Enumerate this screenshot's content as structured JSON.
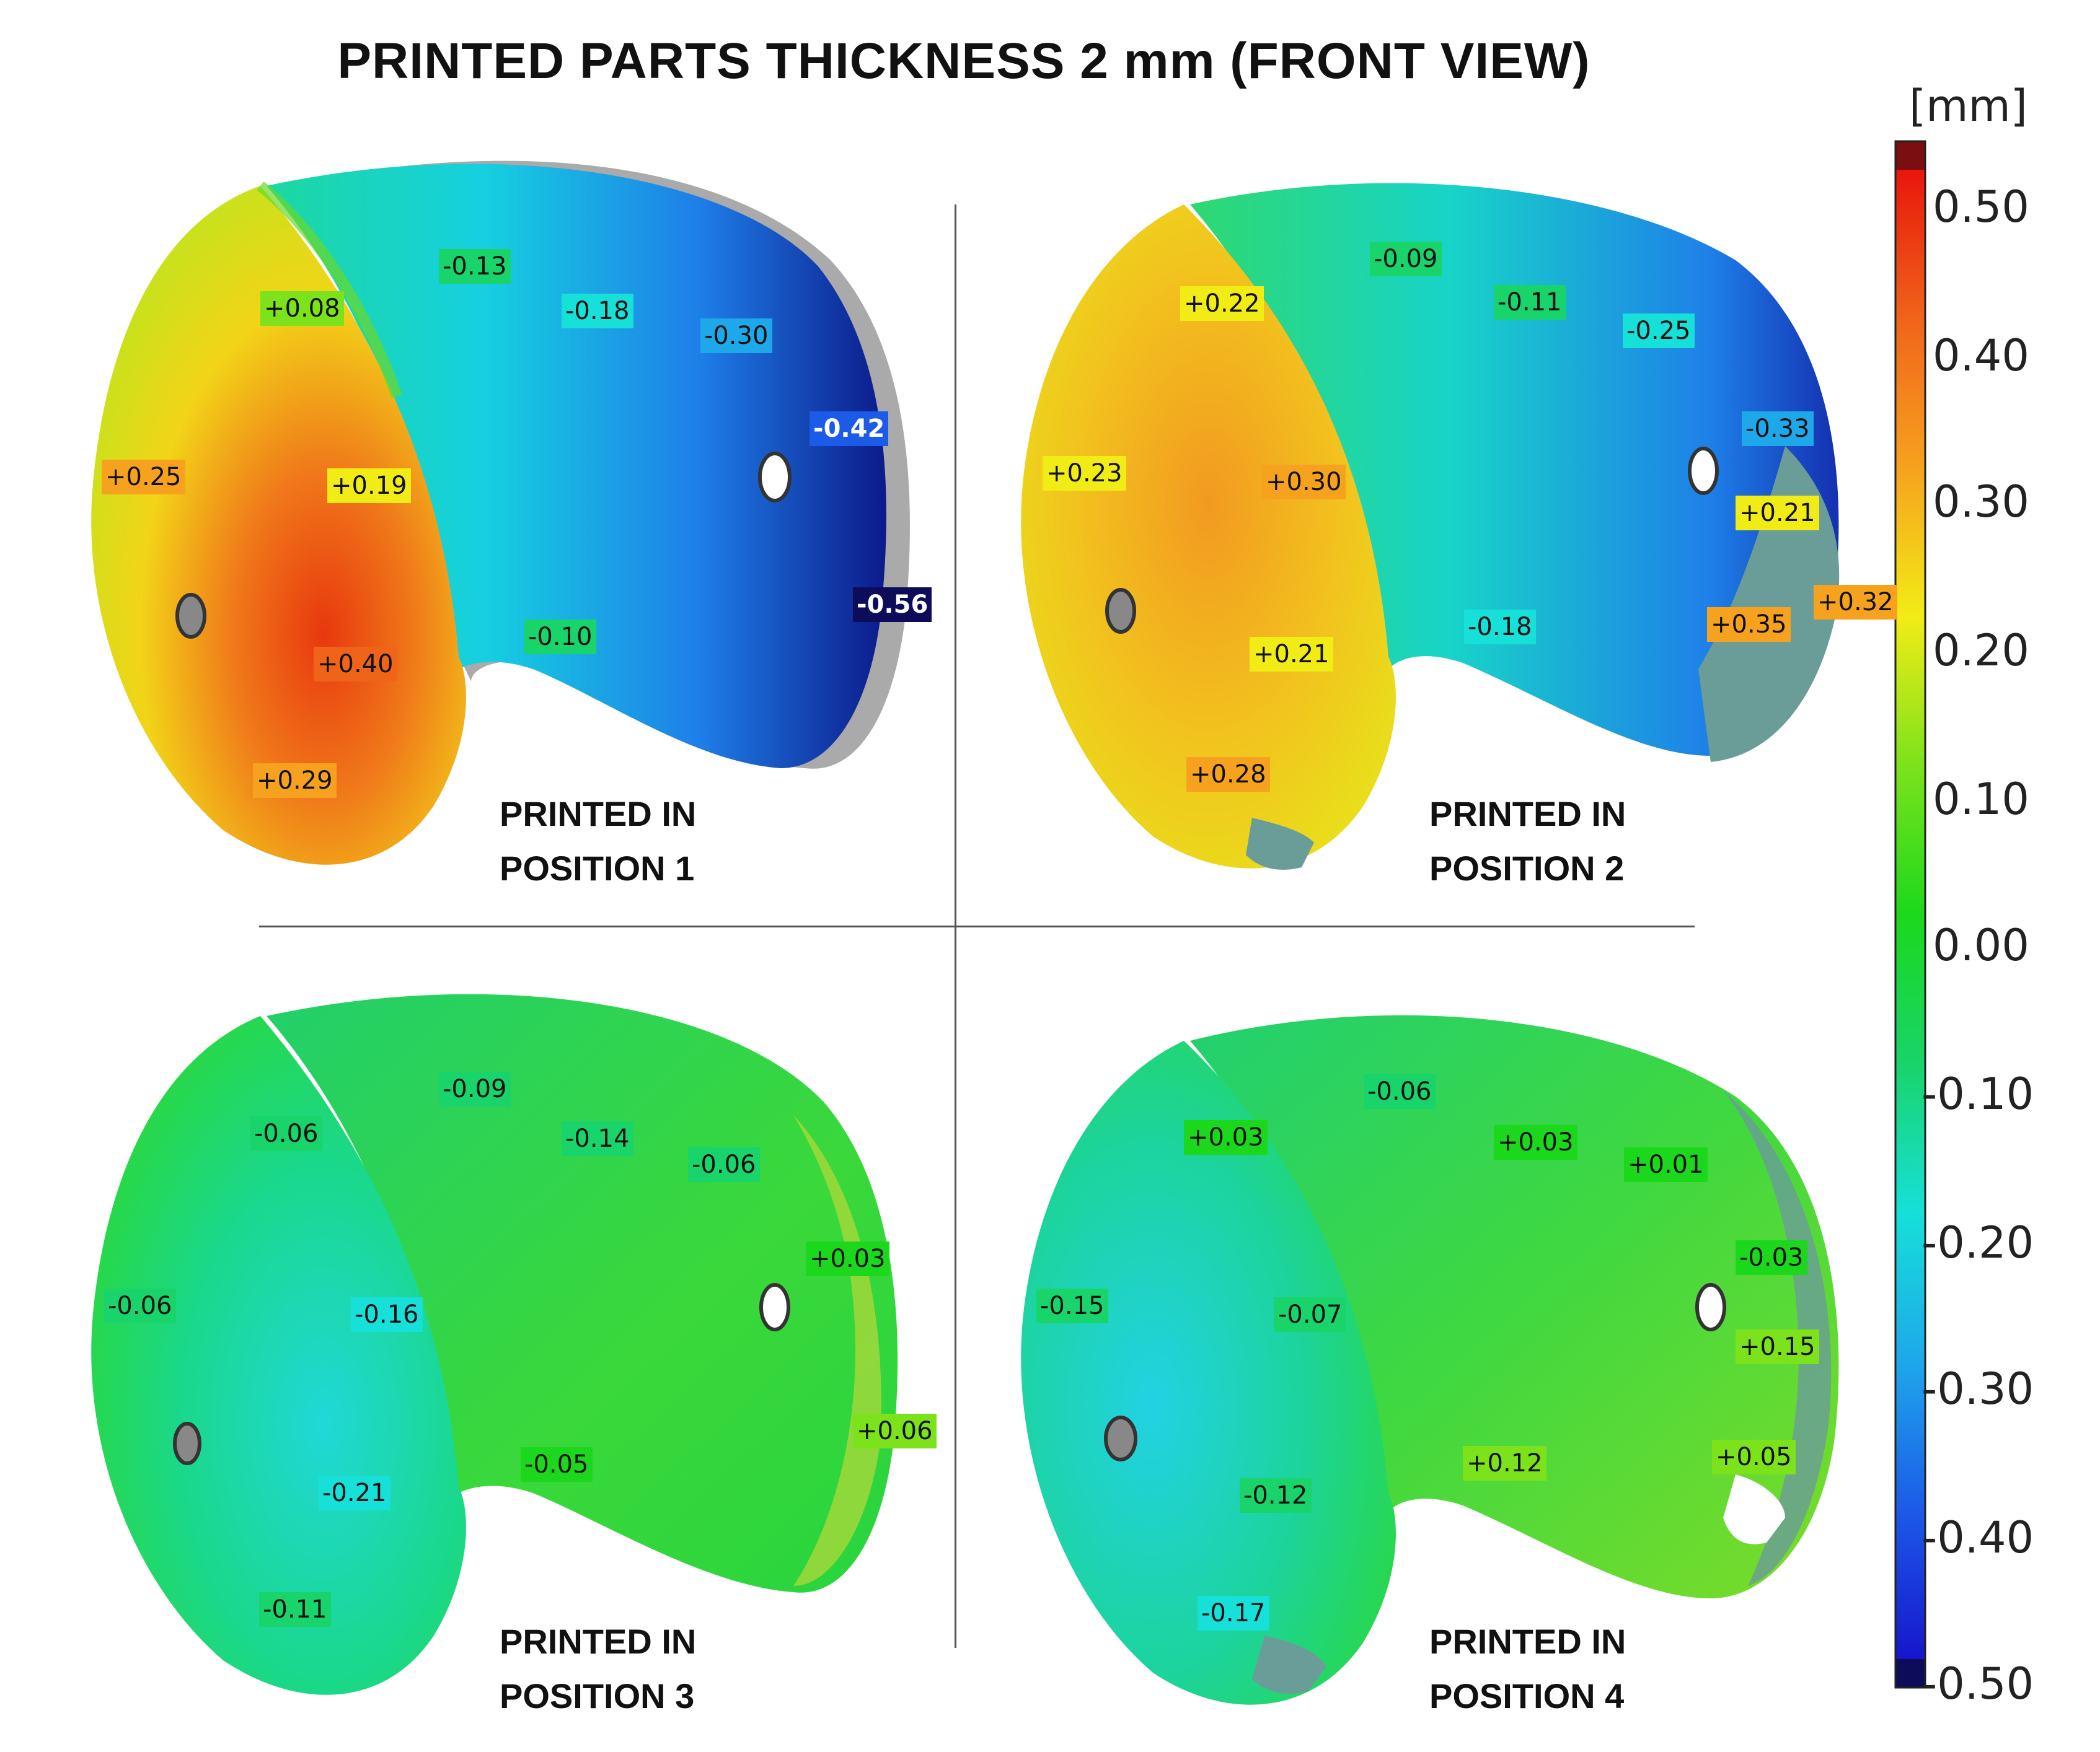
{
  "title": "PRINTED PARTS THICKNESS 2 mm (FRONT VIEW)",
  "colorbar": {
    "unit": "[mm]",
    "ticks": [
      "0.50",
      "0.40",
      "0.30",
      "0.20",
      "0.10",
      "0.00",
      "-0.10",
      "-0.20",
      "-0.30",
      "-0.40",
      "-0.50"
    ],
    "range": [
      -0.5,
      0.5
    ]
  },
  "panels": [
    {
      "label_line1": "PRINTED IN",
      "label_line2": "POSITION 1",
      "annotations": [
        "-0.13",
        "-0.18",
        "+0.08",
        "-0.30",
        "-0.42",
        "+0.25",
        "+0.19",
        "-0.56",
        "-0.10",
        "+0.40",
        "+0.29"
      ],
      "values": [
        -0.13,
        -0.18,
        0.08,
        -0.3,
        -0.42,
        0.25,
        0.19,
        -0.56,
        -0.1,
        0.4,
        0.29
      ]
    },
    {
      "label_line1": "PRINTED IN",
      "label_line2": "POSITION 2",
      "annotations": [
        "-0.09",
        "-0.11",
        "+0.22",
        "-0.25",
        "-0.33",
        "+0.23",
        "+0.30",
        "+0.21",
        "+0.32",
        "+0.35",
        "-0.18",
        "+0.21",
        "+0.28"
      ],
      "values": [
        -0.09,
        -0.11,
        0.22,
        -0.25,
        -0.33,
        0.23,
        0.3,
        0.21,
        0.32,
        0.35,
        -0.18,
        0.21,
        0.28
      ]
    },
    {
      "label_line1": "PRINTED IN",
      "label_line2": "POSITION 3",
      "annotations": [
        "-0.09",
        "-0.14",
        "-0.06",
        "-0.06",
        "+0.03",
        "-0.06",
        "-0.16",
        "+0.06",
        "-0.05",
        "-0.21",
        "-0.11"
      ],
      "values": [
        -0.09,
        -0.14,
        -0.06,
        -0.06,
        0.03,
        -0.06,
        -0.16,
        0.06,
        -0.05,
        -0.21,
        -0.11
      ]
    },
    {
      "label_line1": "PRINTED IN",
      "label_line2": "POSITION 4",
      "annotations": [
        "-0.06",
        "+0.03",
        "+0.03",
        "+0.01",
        "-0.03",
        "-0.15",
        "-0.07",
        "+0.15",
        "+0.12",
        "+0.05",
        "-0.12",
        "-0.17"
      ],
      "values": [
        -0.06,
        0.03,
        0.03,
        0.01,
        -0.03,
        -0.15,
        -0.07,
        0.15,
        0.12,
        0.05,
        -0.12,
        -0.17
      ]
    }
  ],
  "colors": {
    "p_050": "#e8160c",
    "p_040": "#f0641a",
    "p_030": "#f6a21e",
    "p_020": "#f2ec16",
    "p_010": "#7ce21c",
    "p_000": "#1cd81c",
    "n_010": "#18d46a",
    "n_020": "#16e0d8",
    "n_030": "#1ea8ea",
    "n_040": "#1c5ae8",
    "n_050": "#1616cc",
    "over": "#7a0e10",
    "under": "#0c0c5a"
  }
}
